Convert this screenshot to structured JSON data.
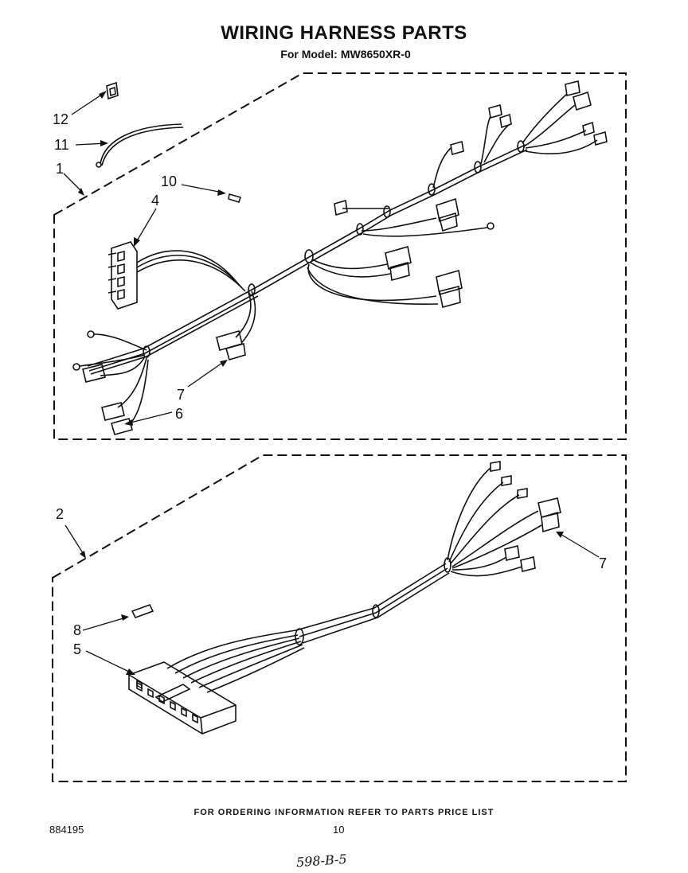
{
  "title": "WIRING HARNESS PARTS",
  "subtitle": {
    "prefix": "For Model:",
    "model": "MW8650XR-0"
  },
  "callouts": {
    "c12": "12",
    "c11": "11",
    "c1": "1",
    "c10": "10",
    "c4": "4",
    "c7_top": "7",
    "c6": "6",
    "c2": "2",
    "c7_bottom": "7",
    "c8": "8",
    "c5": "5"
  },
  "footer": {
    "ordering_note": "FOR ORDERING INFORMATION REFER TO PARTS PRICE LIST",
    "doc_number": "884195",
    "page_number": "10",
    "handwritten_code": "598-B-5"
  }
}
